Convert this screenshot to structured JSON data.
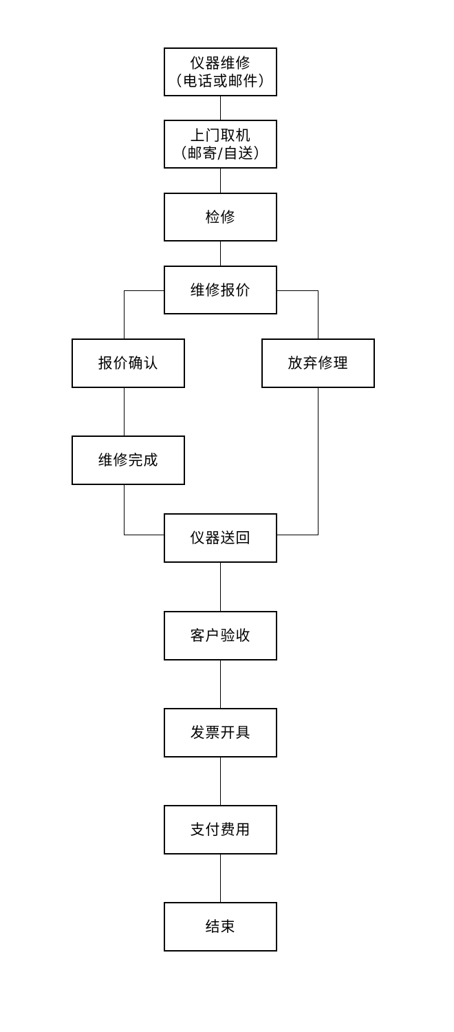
{
  "flowchart": {
    "nodes": {
      "repair_request": {
        "line1": "仪器维修",
        "line2": "（电话或邮件）"
      },
      "pickup": {
        "line1": "上门取机",
        "line2": "（邮寄/自送）"
      },
      "inspection": {
        "label": "检修"
      },
      "quote": {
        "label": "维修报价"
      },
      "quote_confirm": {
        "label": "报价确认"
      },
      "abandon": {
        "label": "放弃修理"
      },
      "repair_done": {
        "label": "维修完成"
      },
      "return": {
        "label": "仪器送回"
      },
      "acceptance": {
        "label": "客户验收"
      },
      "invoice": {
        "label": "发票开具"
      },
      "payment": {
        "label": "支付费用"
      },
      "end": {
        "label": "结束"
      }
    },
    "edges": [
      [
        "repair_request",
        "pickup"
      ],
      [
        "pickup",
        "inspection"
      ],
      [
        "inspection",
        "quote"
      ],
      [
        "quote",
        "quote_confirm"
      ],
      [
        "quote",
        "abandon"
      ],
      [
        "quote_confirm",
        "repair_done"
      ],
      [
        "repair_done",
        "return"
      ],
      [
        "abandon",
        "return"
      ],
      [
        "return",
        "acceptance"
      ],
      [
        "acceptance",
        "invoice"
      ],
      [
        "invoice",
        "payment"
      ],
      [
        "payment",
        "end"
      ]
    ]
  }
}
